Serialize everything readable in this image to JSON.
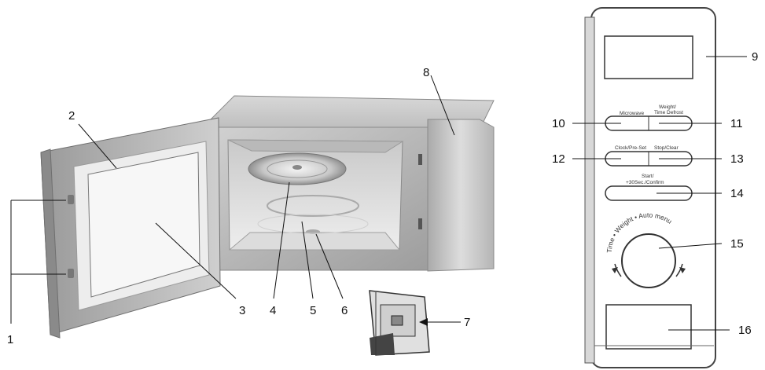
{
  "callouts": {
    "c1": "1",
    "c2": "2",
    "c3": "3",
    "c4": "4",
    "c5": "5",
    "c6": "6",
    "c7": "7",
    "c8": "8",
    "c9": "9",
    "c10": "10",
    "c11": "11",
    "c12": "12",
    "c13": "13",
    "c14": "14",
    "c15": "15",
    "c16": "16"
  },
  "panel": {
    "btn_microwave": "Microwave",
    "btn_weight_line1": "Weight/",
    "btn_weight_line2": "Time Defrost",
    "btn_clock": "Clock/Pre-Set",
    "btn_stop": "Stop/Clear",
    "btn_start_line1": "Start/",
    "btn_start_line2": "+30Sec./Confirm",
    "dial_label": "Time • Weight • Auto menu"
  },
  "colors": {
    "outline": "#6f6f6f",
    "body_light": "#e4e4e4",
    "body_dark": "#9a9a9a",
    "callout": "#111111"
  }
}
